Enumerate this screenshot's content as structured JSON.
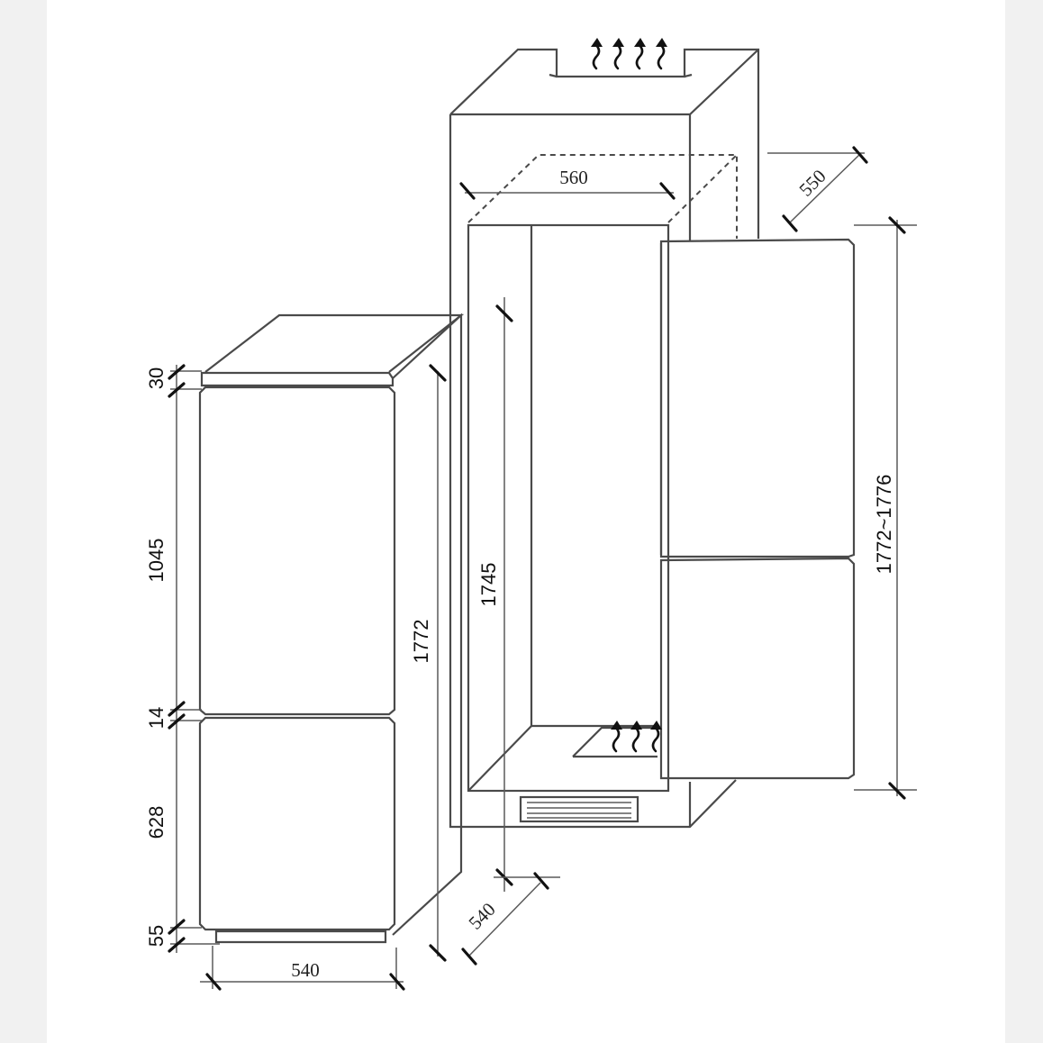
{
  "dimensions": {
    "top_gap": "30",
    "upper_door": "1045",
    "door_gap": "14",
    "lower_door": "628",
    "bottom_gap": "55",
    "appliance_height": "1772",
    "appliance_width": "540",
    "appliance_depth": "540",
    "niche_height": "1745",
    "niche_width": "560",
    "niche_depth": "550",
    "door_height_range": "1772~1776"
  },
  "icons": {
    "vent_top": "heat-vent-icon",
    "vent_bottom": "heat-vent-icon"
  },
  "colors": {
    "line": "#4a4a4a",
    "text": "#111111",
    "background": "#ffffff",
    "side_band": "#f1f1f1"
  }
}
